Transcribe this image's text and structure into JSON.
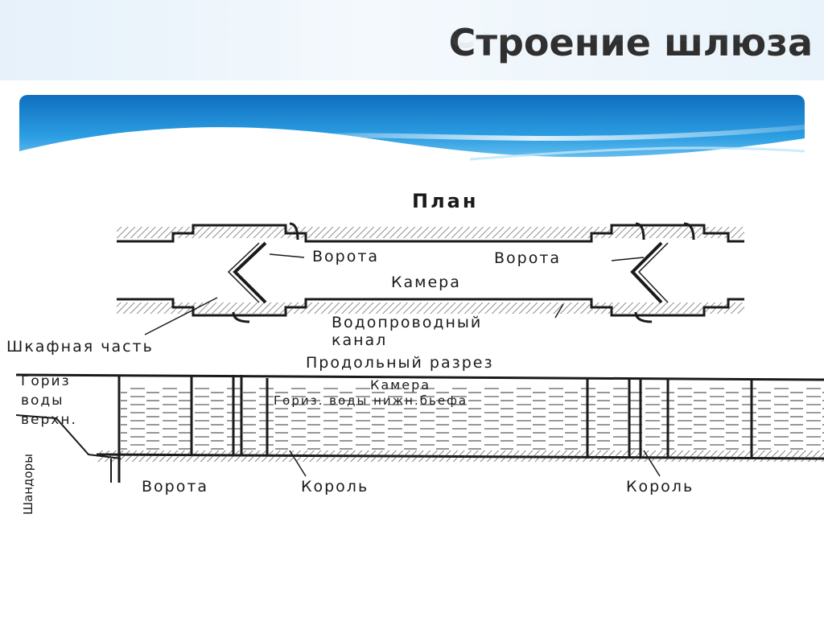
{
  "title": "Строение шлюза",
  "diagram": {
    "plan_title": "План",
    "gate_left": "Ворота",
    "gate_right": "Ворота",
    "chamber": "Камера",
    "water_channel_line1": "Водопроводный",
    "water_channel_line2": "канал",
    "cabinet_part": "Шкафная часть",
    "section_title": "Продольный разрез",
    "section_chamber": "Камера",
    "lower_water": "Гориз. воды нижн.бьефа",
    "upper_water_1": "Гориз",
    "upper_water_2": "воды",
    "upper_water_3": "верхн.",
    "bottom_gate": "Ворота",
    "king_left": "Король",
    "king_right": "Король",
    "vertical_label": "Шандоры"
  },
  "colors": {
    "banner_blue": "#1e8fd8",
    "banner_light": "#6cc3f0",
    "title_text": "#2f2f2f",
    "line": "#1a1a1a"
  }
}
